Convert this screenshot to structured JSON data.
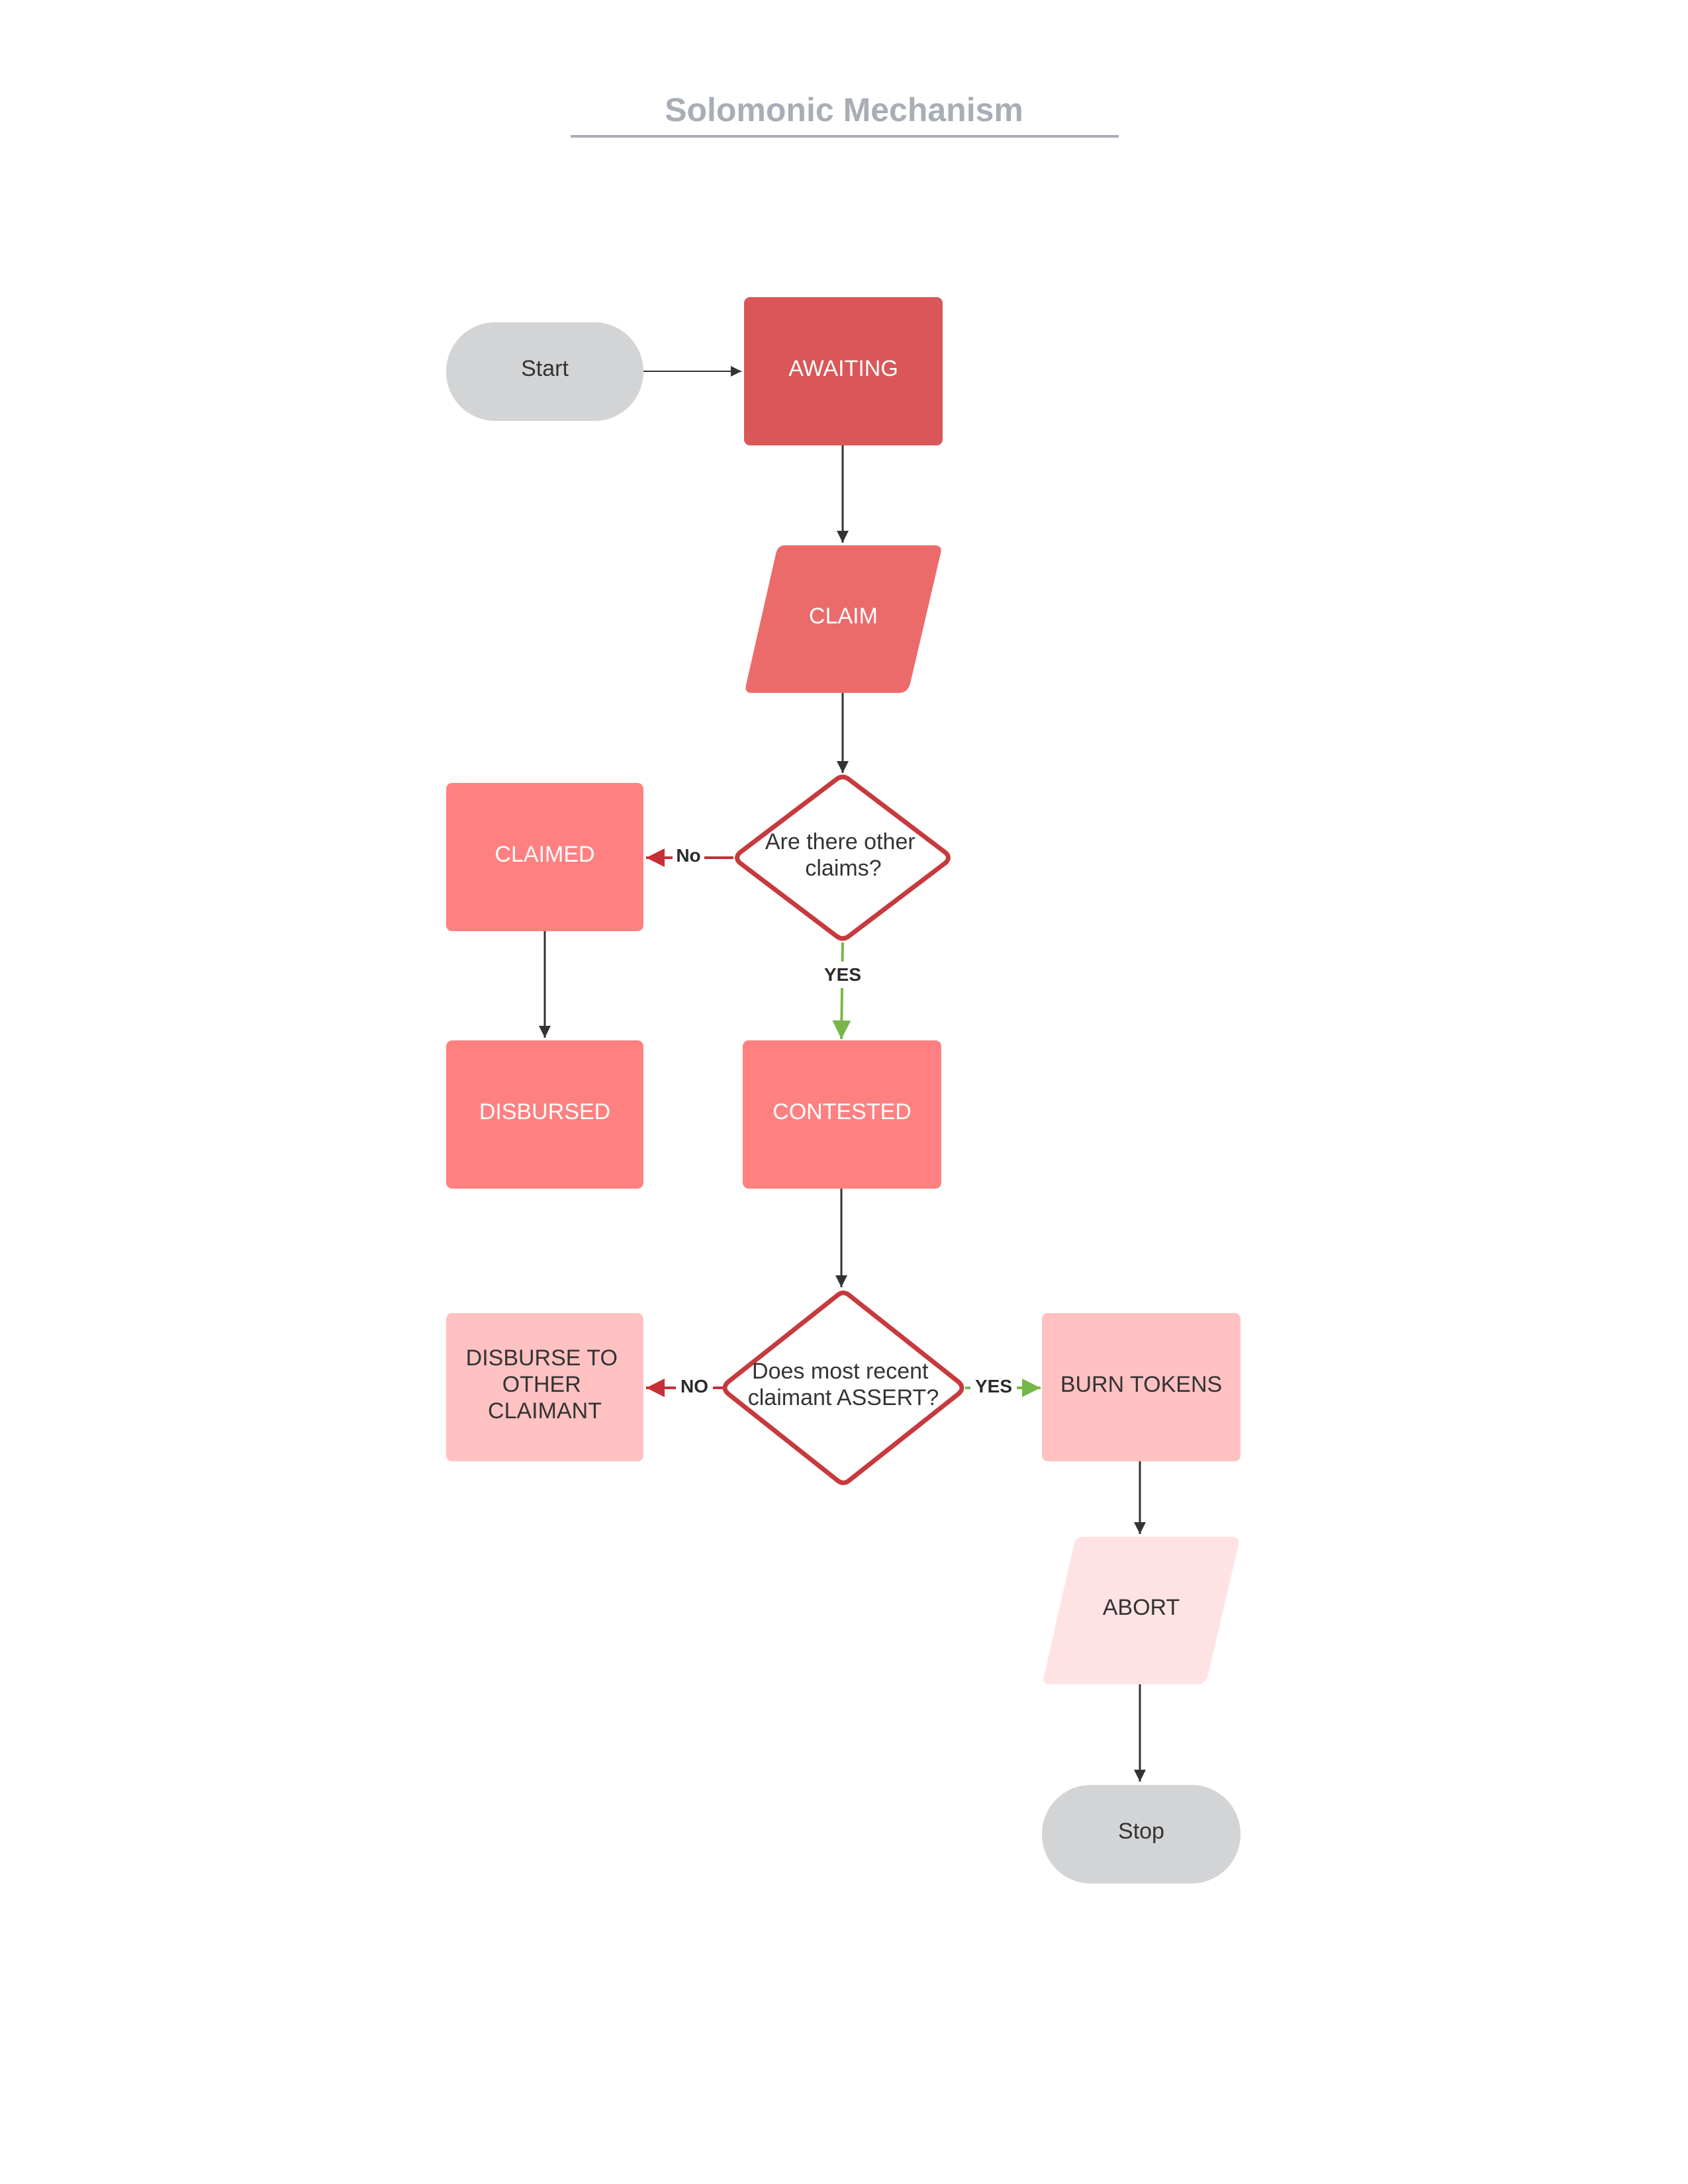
{
  "title": "Solomonic Mechanism",
  "colors": {
    "terminator": "#d3d4d6",
    "awaiting": "#d95758",
    "claim": "#eb6b6b",
    "state_light": "#ff8080",
    "state_pale": "#ffc1c2",
    "abort": "#ffe3e4",
    "decision_stroke": "#c63a3e",
    "connector": "#333333",
    "no_arrow": "#c62f36",
    "yes_arrow": "#77b748"
  },
  "nodes": {
    "start": "Start",
    "awaiting": "AWAITING",
    "claim": "CLAIM",
    "decision_other_claims": [
      "Are there other",
      "claims?"
    ],
    "claimed": "CLAIMED",
    "disbursed": "DISBURSED",
    "contested": "CONTESTED",
    "decision_assert": [
      "Does most recent",
      "claimant ASSERT?"
    ],
    "disburse_other": [
      "DISBURSE TO",
      "OTHER",
      "CLAIMANT"
    ],
    "burn_tokens": "BURN TOKENS",
    "abort": "ABORT",
    "stop": "Stop"
  },
  "edge_labels": {
    "other_claims_no": "No",
    "other_claims_yes": "YES",
    "assert_no": "NO",
    "assert_yes": "YES"
  }
}
